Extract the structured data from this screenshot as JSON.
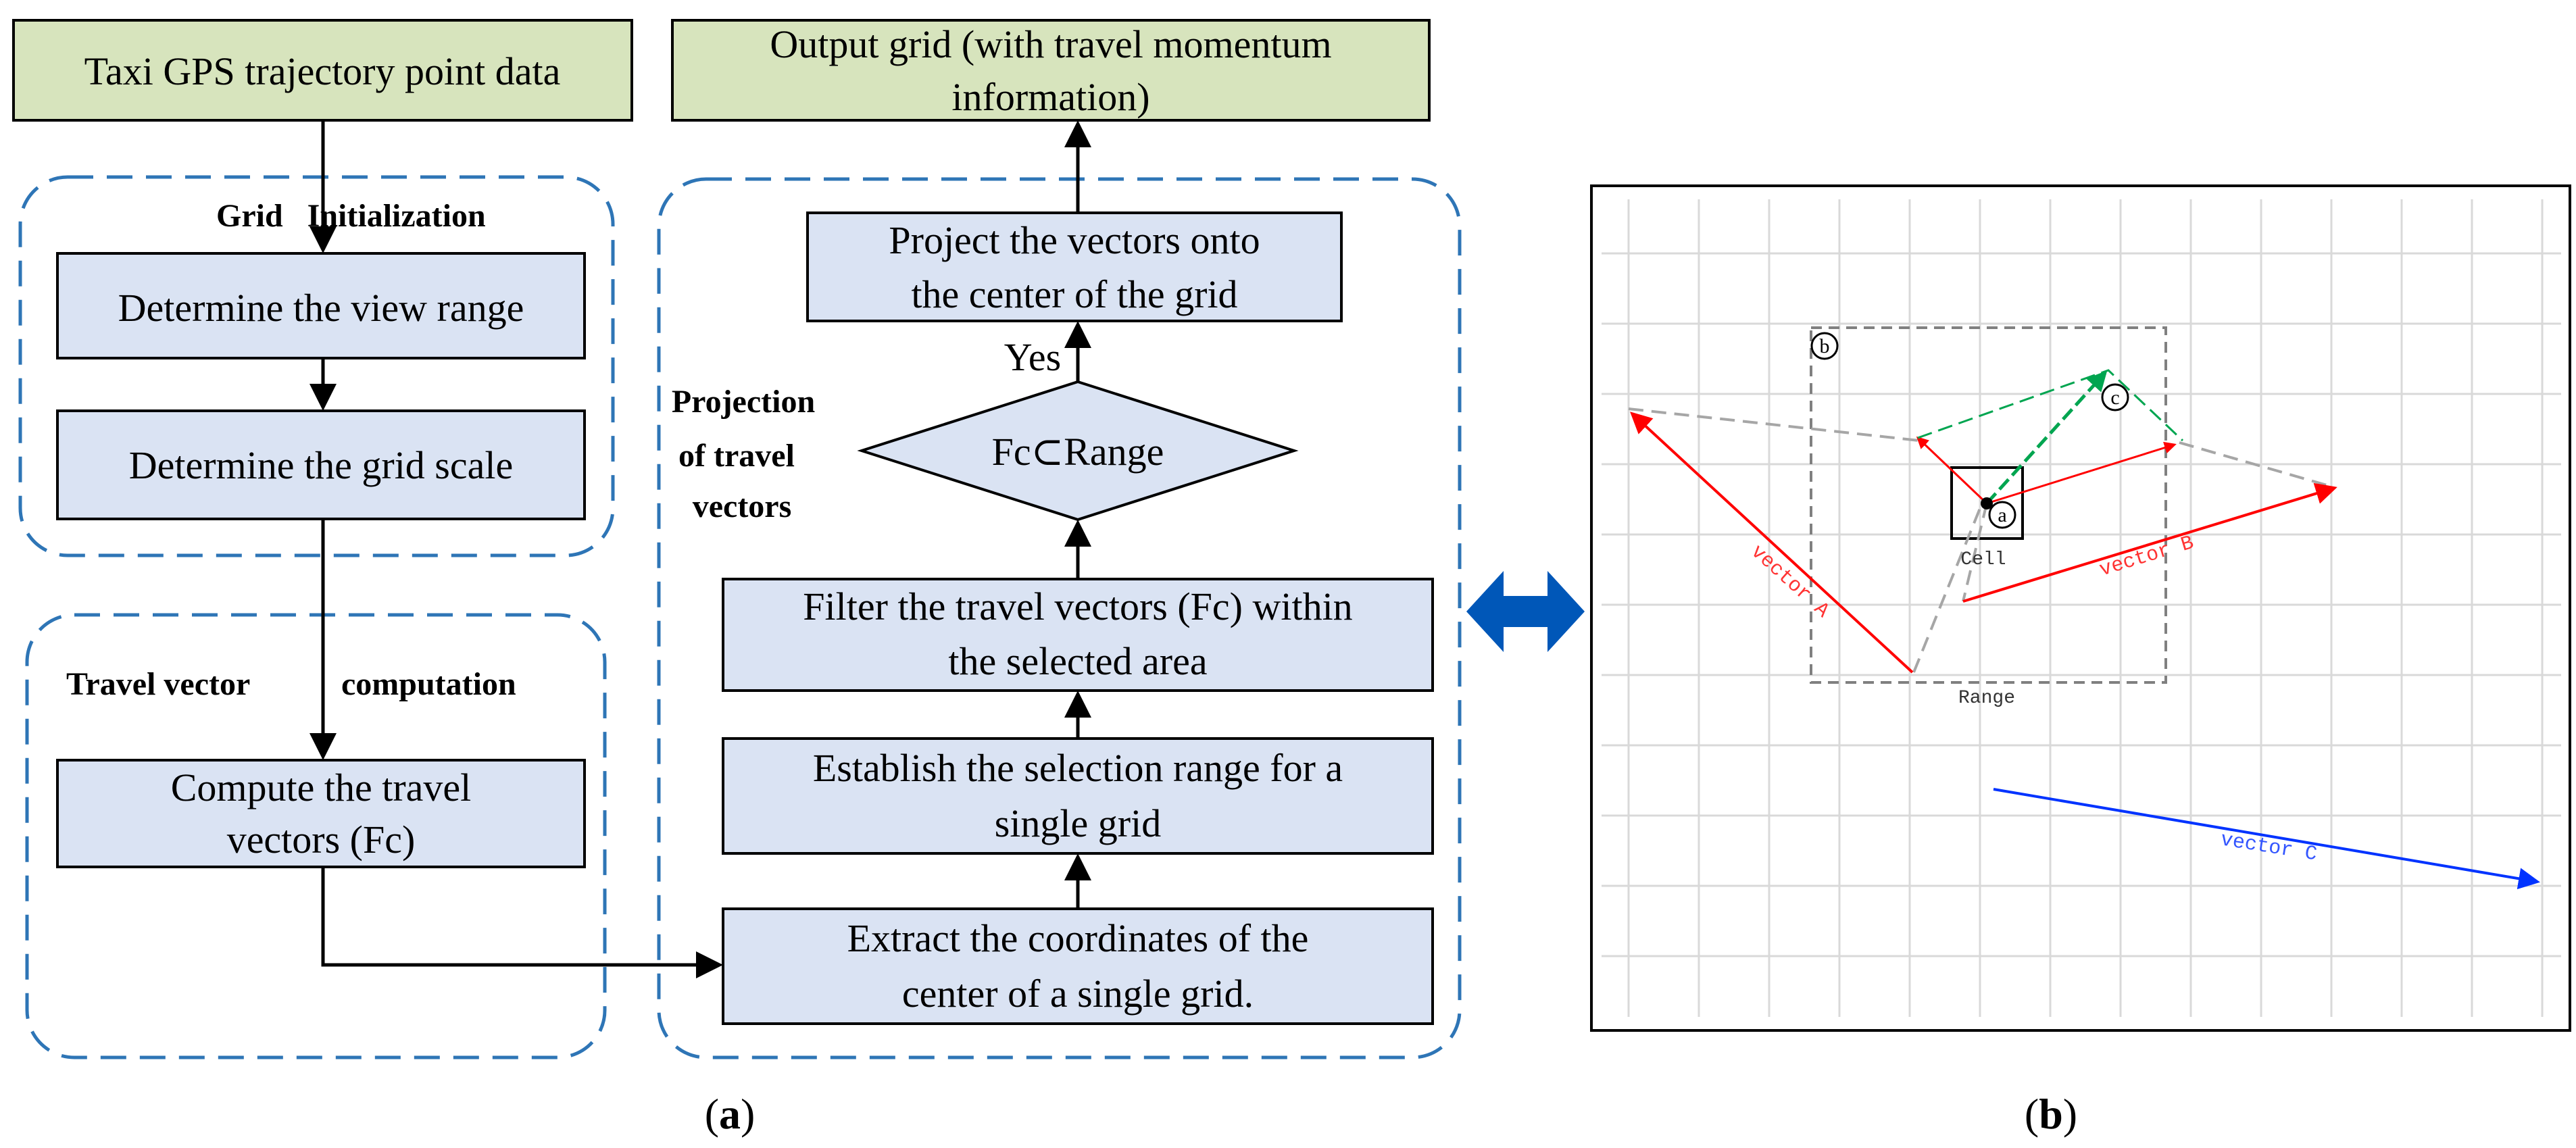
{
  "flowchart": {
    "input_label": "Taxi GPS trajectory point data",
    "output_label_line1": "Output grid (with travel momentum",
    "output_label_line2": "information)",
    "groups": {
      "grid_init": "Grid   Initialization",
      "travel_vector_a": "Travel vector",
      "travel_vector_b": "computation",
      "projection_line1": "Projection",
      "projection_line2": "of travel",
      "projection_line3": "vectors"
    },
    "steps": {
      "view_range": "Determine the view range",
      "grid_scale": "Determine the grid scale",
      "compute_line1": "Compute the travel",
      "compute_line2": "vectors (Fc)",
      "extract_line1": "Extract the coordinates of the",
      "extract_line2": "center of a single grid.",
      "establish_line1": "Establish the selection range for a",
      "establish_line2": "single grid",
      "filter_line1": "Filter the travel vectors (Fc) within",
      "filter_line2": "the selected area",
      "decision": "Fc⊂Range",
      "yes_label": "Yes",
      "project_line1": "Project the vectors onto",
      "project_line2": "the center of the grid"
    }
  },
  "vector_panel": {
    "cell_label": "Cell",
    "range_label": "Range",
    "vector_a": "vector A",
    "vector_b": "vector B",
    "vector_c": "vector C",
    "marker_a": "a",
    "marker_b": "b",
    "marker_c": "c"
  },
  "captions": {
    "left": "(a)",
    "right": "(b)"
  },
  "colors": {
    "input_fill": "#d7e4bd",
    "step_fill": "#dae3f3",
    "group_border": "#2e75b6",
    "vector_red": "#ff0000",
    "vector_green": "#00a550",
    "vector_blue": "#0033ff",
    "double_arrow": "#0057b8"
  },
  "icons": {
    "connector": "double-headed-arrow-icon"
  }
}
